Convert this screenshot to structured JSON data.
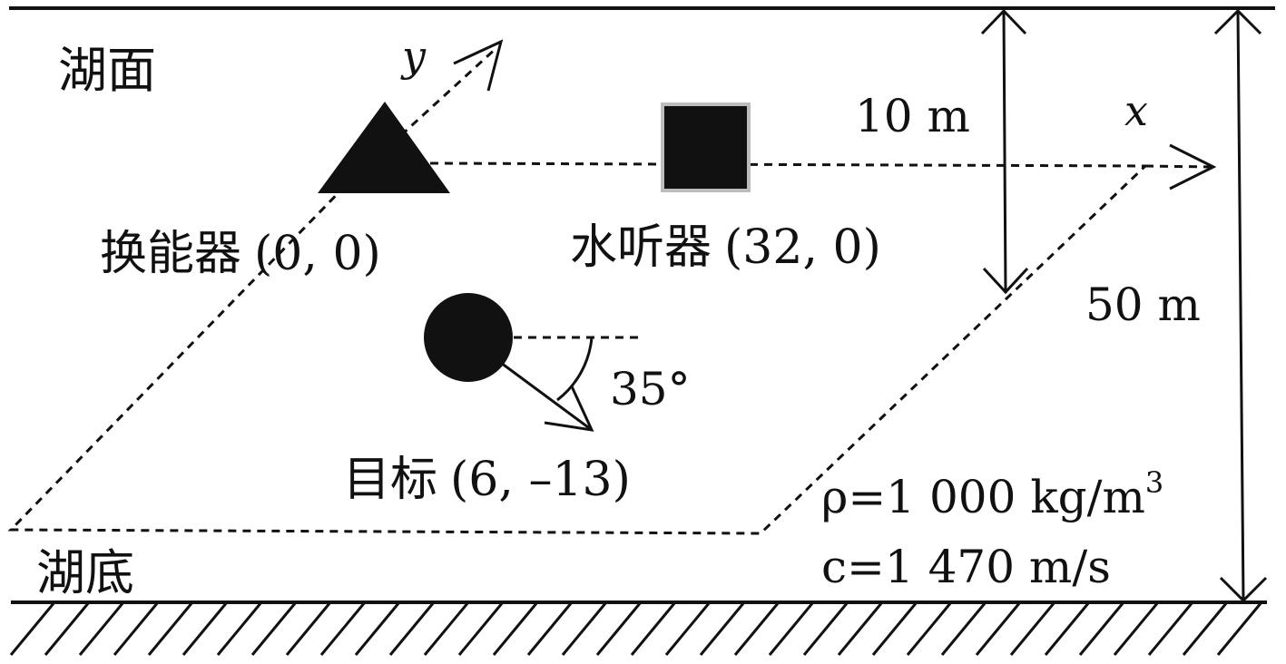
{
  "labels": {
    "lake_surface": "湖面",
    "lake_bottom": "湖底",
    "axis_y": "y",
    "axis_x": "x",
    "depth_plane": "10 m",
    "depth_total": "50 m",
    "angle": "35°",
    "density_prefix": "ρ=1 000 kg/m",
    "density_exp": "3",
    "sound_speed": "c=1 470 m/s"
  },
  "objects": {
    "transducer": {
      "name": "换能器",
      "coords": "(0, 0)"
    },
    "hydrophone": {
      "name": "水听器",
      "coords": "(32, 0)"
    },
    "target": {
      "name": "目标",
      "coords": "(6, –13)"
    }
  },
  "colors": {
    "ink": "#111111",
    "square_border": "#bdbdbd",
    "background": "#ffffff"
  }
}
